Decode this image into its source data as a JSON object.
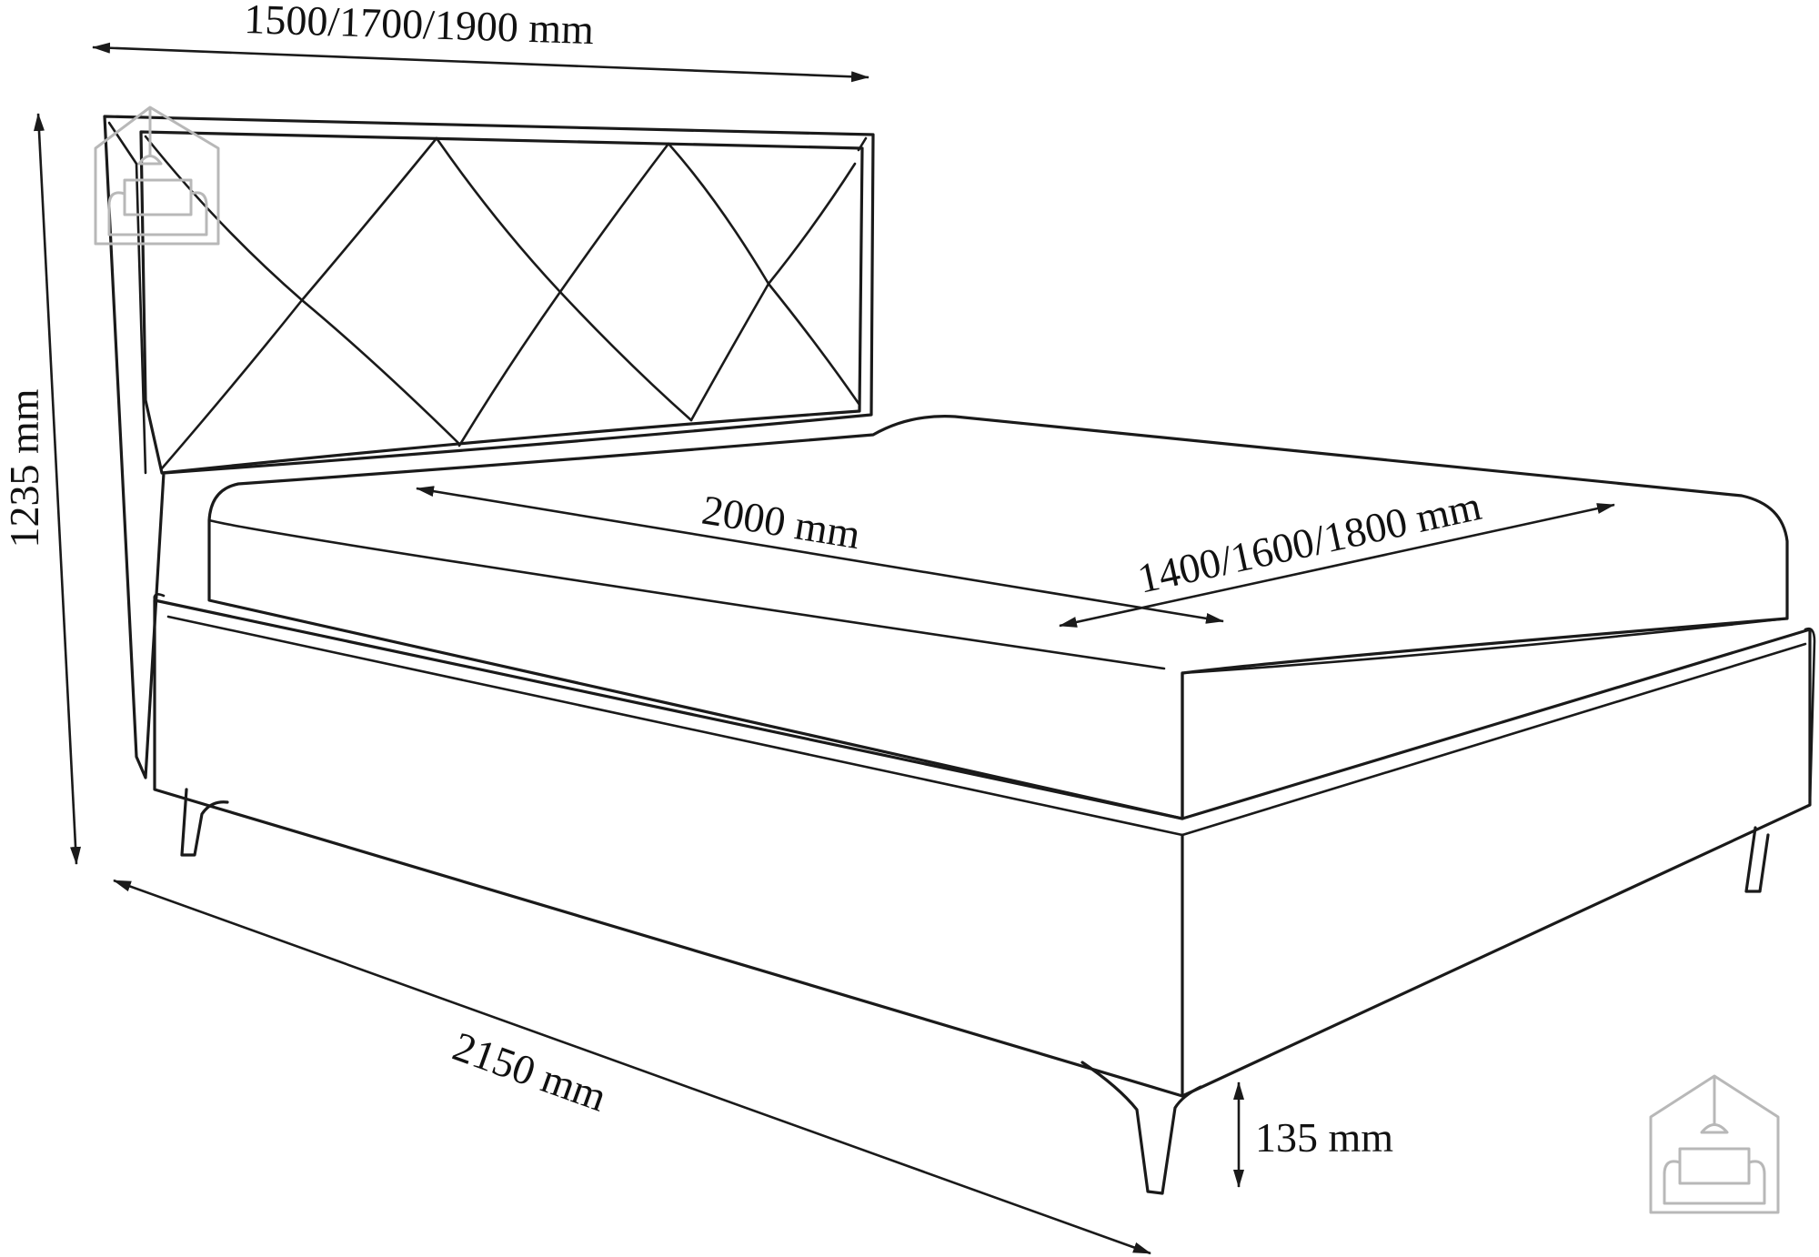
{
  "dimensions": {
    "headboard_width": "1500/1700/1900 mm",
    "total_height": "1235 mm",
    "mattress_length": "2000 mm",
    "mattress_width": "1400/1600/1800 mm",
    "total_length": "2150 mm",
    "leg_height": "135 mm"
  },
  "colors": {
    "line": "#1a1a1a",
    "background": "#ffffff",
    "logo": "#b8b8b8"
  },
  "icons": [
    "home-sofa-logo-icon"
  ]
}
